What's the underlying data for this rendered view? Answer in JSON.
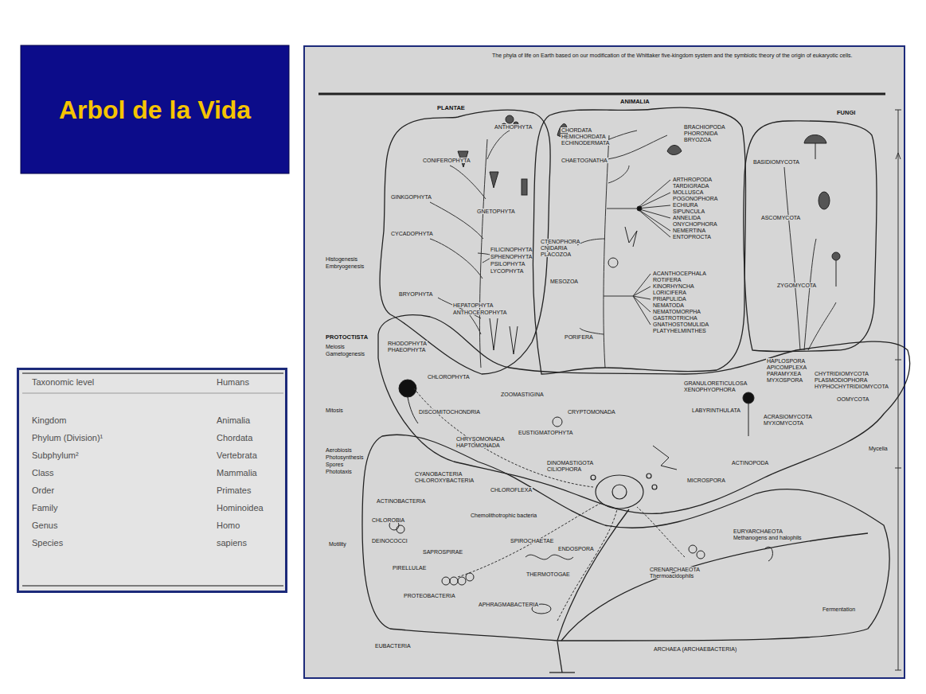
{
  "diagram": {
    "title": "Arbol de la Vida",
    "caption": "The phyla of life on Earth based on our modification of the Whittaker five-kingdom system and the symbiotic theory of the origin of eukaryotic cells.",
    "nodes": [
      {
        "text": [
          "PLANTAE",
          "ANTHOPHYTA",
          "CONIFEROPHYTA",
          "GINKGOPHYTA",
          "GNETOPHYTA",
          "CYCADOPHYTA",
          "FILICINOPHYTA",
          "SPHENOPHYTA",
          "PSILOPHYTA",
          "LYCOPHYTA",
          "BRYOPHYTA",
          "HEPATOPHYTA",
          "ANTHOCEROPHYTA"
        ]
      },
      {
        "text": [
          "ANIMALIA",
          "CHORDATA",
          "HEMICHORDATA",
          "ECHINODERMATA",
          "CHAETOGNATHA",
          "BRACHIOPODA",
          "PHORONIDA",
          "BRYOZOA",
          "ARTHROPODA",
          "TARDIGRADA",
          "MOLLUSCA",
          "POGONOPHORA",
          "ECHIURA",
          "SIPUNCULA",
          "ANNELIDA",
          "ONYCHOPHORA",
          "NEMERTINA",
          "ENTOPROCTA",
          "CTENOPHORA",
          "CNIDARIA",
          "PLACOZOA",
          "ACANTHOCEPHALA",
          "ROTIFERA",
          "KINORHYNCHA",
          "LORICIFERA",
          "PRIAPULIDA",
          "NEMATODA",
          "NEMATOMORPHA",
          "GASTROTRICHA",
          "GNATHOSTOMULIDA",
          "PLATYHELMINTHES",
          "MESOZOA",
          "PORIFERA"
        ]
      },
      {
        "text": [
          "FUNGI",
          "BASIDIOMYCOTA",
          "ASCOMYCOTA",
          "ZYGOMYCOTA"
        ]
      },
      {
        "text": [
          "PROTOCTISTA",
          "RHODOPHYTA",
          "PHAEOPHYTA",
          "CHLOROPHYTA",
          "DISCOMITOCHONDRIA",
          "ZOOMASTIGINA",
          "CRYPTOMONADA",
          "CHRYSOMONADA",
          "HAPTOMONADA",
          "EUSTIGMATOPHYTA",
          "DINOMASTIGOTA",
          "CILIOPHORA",
          "GRANULORETICULOSA",
          "XENOPHYOPHORA",
          "LABYRINTHULATA",
          "HAPLOSPORA",
          "APICOMPLEXA",
          "PARAMYXEA",
          "MYXOSPORA",
          "CHYTRIDIOMYCOTA",
          "PLASMODIOPHORA",
          "HYPHOCHYTRIDIOMYCOTA",
          "OOMYCOTA",
          "ACRASIOMYCOTA",
          "MYXOMYCOTA",
          "ACTINOPODA",
          "MICROSPORA"
        ]
      },
      {
        "text": [
          "CYANOBACTERIA",
          "CHLOROXYBACTERIA",
          "ACTINOBACTERIA",
          "CHLOROFLEXA",
          "Chemolithotrophic bacteria",
          "CHLOROBIA",
          "DEINOCOCCI",
          "SAPROSPIRAE",
          "PIRELLULAE",
          "SPIROCHAETAE",
          "ENDOSPORA",
          "PROTEOBACTERIA",
          "THERMOTOGAE",
          "APHRAGMABACTERIA",
          "CRENARCHAEOTA",
          "Thermoacidophils",
          "EURYARCHAEOTA",
          "Methanogens and halophils",
          "EUBACTERIA",
          "ARCHAEA (ARCHAEBACTERIA)"
        ]
      }
    ],
    "labels": [
      "Taxonomic level",
      "Humans",
      "Kingdom",
      "Animalia",
      "Phylum (Division)¹",
      "Chordata",
      "Subphylum²",
      "Vertebrata",
      "Class",
      "Mammalia",
      "Order",
      "Primates",
      "Family",
      "Hominoidea",
      "Genus",
      "Homo",
      "Species",
      "sapiens",
      "Histogenesis",
      "Embryogenesis",
      "Meiosis",
      "Gametogenesis",
      "Mitosis",
      "Aerobiosis",
      "Photosynthesis",
      "Spores",
      "Phototaxis",
      "Motility",
      "Fermentation",
      "Mycelia"
    ]
  }
}
